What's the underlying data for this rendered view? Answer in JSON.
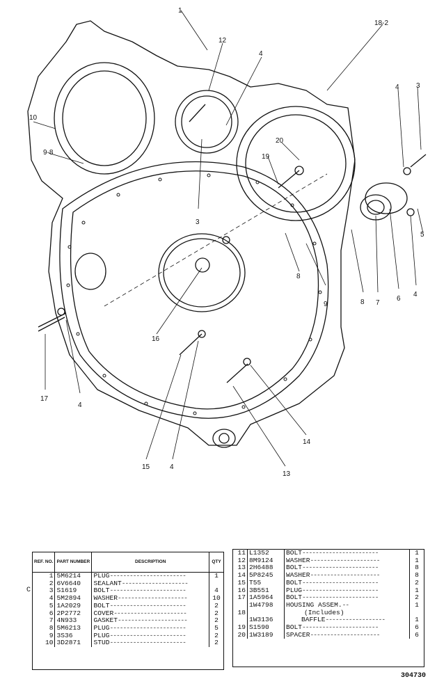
{
  "callouts": [
    {
      "id": "c1",
      "text": "1"
    },
    {
      "id": "c12",
      "text": "12"
    },
    {
      "id": "c4a",
      "text": "4"
    },
    {
      "id": "c18",
      "text": "18-2"
    },
    {
      "id": "c4b",
      "text": "4"
    },
    {
      "id": "c3a",
      "text": "3"
    },
    {
      "id": "c10",
      "text": "10"
    },
    {
      "id": "c98",
      "text": "9-8"
    },
    {
      "id": "c20",
      "text": "20"
    },
    {
      "id": "c19",
      "text": "19"
    },
    {
      "id": "c5",
      "text": "5"
    },
    {
      "id": "c3b",
      "text": "3"
    },
    {
      "id": "c8a",
      "text": "8"
    },
    {
      "id": "c9",
      "text": "9"
    },
    {
      "id": "c8b",
      "text": "8"
    },
    {
      "id": "c7",
      "text": "7"
    },
    {
      "id": "c6",
      "text": "6"
    },
    {
      "id": "c4c",
      "text": "4"
    },
    {
      "id": "c16",
      "text": "16"
    },
    {
      "id": "c17",
      "text": "17"
    },
    {
      "id": "c4d",
      "text": "4"
    },
    {
      "id": "c15",
      "text": "15"
    },
    {
      "id": "c4e",
      "text": "4"
    },
    {
      "id": "c14",
      "text": "14"
    },
    {
      "id": "c13",
      "text": "13"
    }
  ],
  "table": {
    "headers": {
      "ref": "REF. NO.",
      "part_number": "PART NUMBER",
      "description": "DESCRIPTION",
      "qty": "QTY"
    },
    "left": [
      {
        "ref": "1",
        "pn": "5M6214",
        "desc": "PLUG",
        "qty": "1"
      },
      {
        "ref": "2",
        "pn": "6V6640",
        "desc": "SEALANT",
        "qty": ""
      },
      {
        "ref": "3",
        "pn": "S1619",
        "desc": "BOLT",
        "qty": "4"
      },
      {
        "ref": "4",
        "pn": "5M2894",
        "desc": "WASHER",
        "qty": "10"
      },
      {
        "ref": "5",
        "pn": "1A2029",
        "desc": "BOLT",
        "qty": "2"
      },
      {
        "ref": "6",
        "pn": "2P2772",
        "desc": "COVER",
        "qty": "2"
      },
      {
        "ref": "7",
        "pn": "4N933",
        "desc": "GASKET",
        "qty": "2"
      },
      {
        "ref": "8",
        "pn": "5M6213",
        "desc": "PLUG",
        "qty": "5"
      },
      {
        "ref": "9",
        "pn": "3S36",
        "desc": "PLUG",
        "qty": "2"
      },
      {
        "ref": "10",
        "pn": "3D2871",
        "desc": "STUD",
        "qty": "2"
      }
    ],
    "right": [
      {
        "ref": "11",
        "pn": "L1352",
        "desc": "BOLT",
        "qty": "1"
      },
      {
        "ref": "12",
        "pn": "8M9124",
        "desc": "WASHER",
        "qty": "1"
      },
      {
        "ref": "13",
        "pn": "2H6488",
        "desc": "BOLT",
        "qty": "8"
      },
      {
        "ref": "14",
        "pn": "5P8245",
        "desc": "WASHER",
        "qty": "8"
      },
      {
        "ref": "15",
        "pn": "T55",
        "desc": "BOLT",
        "qty": "2"
      },
      {
        "ref": "16",
        "pn": "3B551",
        "desc": "PLUG",
        "qty": "1"
      },
      {
        "ref": "17",
        "pn": "1A5964",
        "desc": "BOLT",
        "qty": "2"
      }
    ],
    "item18": {
      "ref": "18",
      "pn": "1W4798",
      "desc": "HOUSING ASSEM.",
      "qty": "1",
      "note": "(Includes)"
    },
    "item18_sub": {
      "pn": "1W3136",
      "desc": "BAFFLE",
      "qty": "1"
    },
    "right_tail": [
      {
        "ref": "19",
        "pn": "S1590",
        "desc": "BOLT",
        "qty": "6"
      },
      {
        "ref": "20",
        "pn": "1W3189",
        "desc": "SPACER",
        "qty": "6"
      }
    ]
  },
  "margin_mark": "C",
  "figure_number": "304730"
}
